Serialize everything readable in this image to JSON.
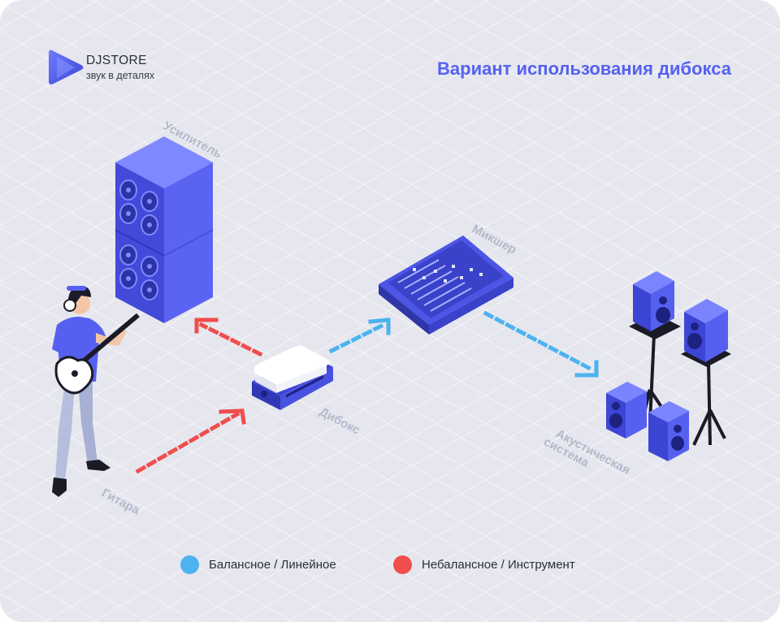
{
  "logo": {
    "brand": "DJSTORE",
    "tagline": "звук в деталях"
  },
  "title": "Вариант использования дибокса",
  "labels": {
    "amplifier": "Усилитель",
    "mixer": "Микшер",
    "dibox": "Дибокс",
    "guitar": "Гитара",
    "speakers_line1": "Акустическая",
    "speakers_line2": "система"
  },
  "legend": [
    {
      "label": "Балансное / Линейное",
      "color": "#4db3f0"
    },
    {
      "label": "Небалансное / Инструмент",
      "color": "#f04d4d"
    }
  ],
  "colors": {
    "accent": "#5561f2",
    "device": "#4d52e0",
    "balanced": "#4db3f0",
    "unbalanced": "#f04d4d"
  }
}
